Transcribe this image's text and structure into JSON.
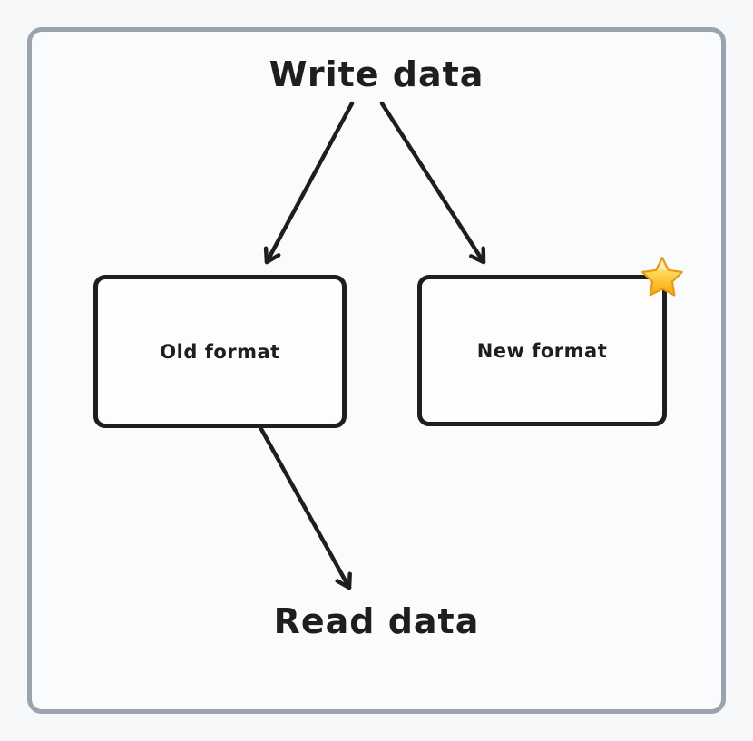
{
  "canvas": {
    "background_color": "#f7f8fa",
    "frame_border_color": "#9aa3ae",
    "ink_color": "#1e1e1e",
    "node_fill_color": "#fdfdfd"
  },
  "diagram": {
    "title": "Write data",
    "footer": "Read data",
    "nodes": [
      {
        "label": "Old format",
        "badge": null
      },
      {
        "label": "New format",
        "badge": "star-emoji"
      }
    ],
    "edges": [
      {
        "from": "Write data",
        "to": "Old format"
      },
      {
        "from": "Write data",
        "to": "New format"
      },
      {
        "from": "Old format",
        "to": "Read data"
      }
    ],
    "star_colors": {
      "highlight": "#fdf3c1",
      "body": "#ffd34d",
      "deep": "#f5a80c",
      "outline": "#e8980d"
    }
  }
}
